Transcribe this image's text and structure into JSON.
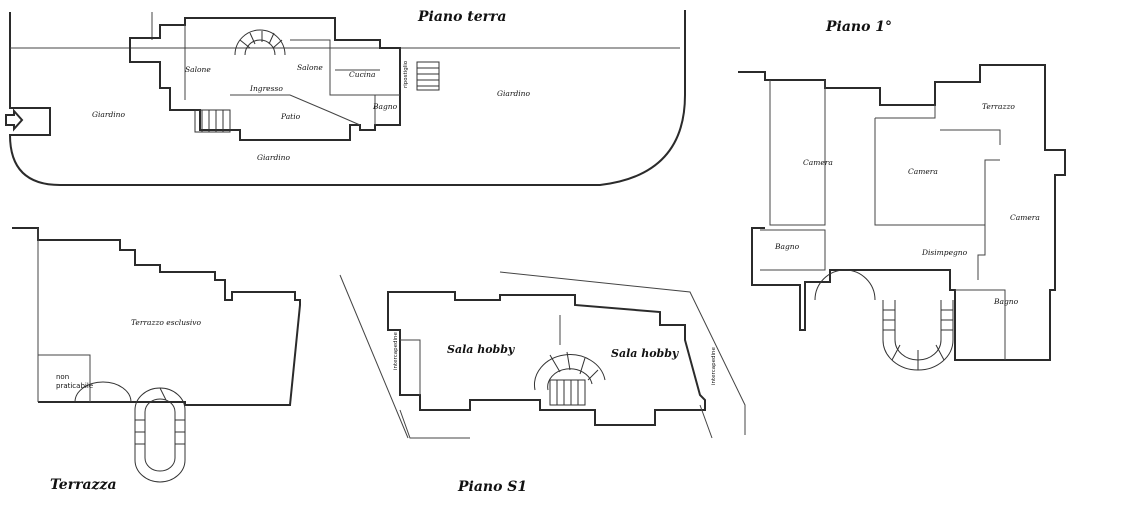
{
  "floors": {
    "ground": "Piano terra",
    "first": "Piano 1°",
    "terrace": "Terrazza",
    "basement": "Piano S1"
  },
  "rooms": {
    "ground": {
      "salone_left": "Salone",
      "salone_right": "Salone",
      "ingresso": "Ingresso",
      "cucina": "Cucina",
      "bagno": "Bagno",
      "patio": "Patio",
      "giardino_left": "Giardino",
      "giardino_right": "Giardino",
      "giardino_bottom": "Giardino",
      "small_vertical": "ripostiglio"
    },
    "first": {
      "camera_left": "Camera",
      "camera_center": "Camera",
      "camera_right": "Camera",
      "terrazzo": "Terrazzo",
      "bagno_left": "Bagno",
      "bagno_right": "Bagno",
      "disimpegno": "Disimpegno"
    },
    "terrace": {
      "terrazzo_esclusivo": "Terrazzo esclusivo",
      "non_praticabile_1": "non",
      "non_praticabile_2": "praticabile"
    },
    "basement": {
      "sala_hobby_left": "Sala hobby",
      "sala_hobby_right": "Sala hobby",
      "intercapedine_left": "intercapedine",
      "intercapedine_right": "intercapedine"
    }
  },
  "icons": {
    "entrance": "entrance-arrow-icon"
  }
}
